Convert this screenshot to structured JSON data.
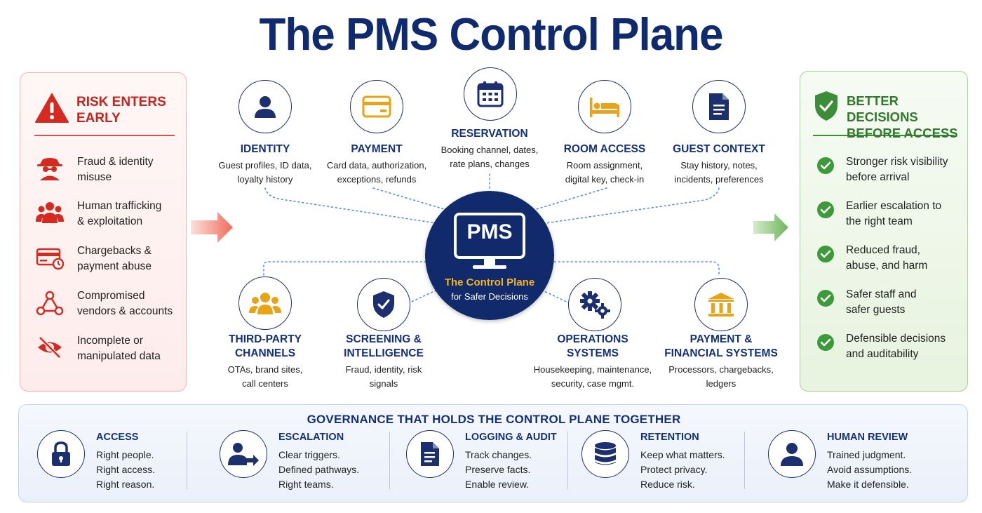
{
  "title": "The PMS Control Plane",
  "risk": {
    "heading_line1": "RISK ENTERS",
    "heading_line2": "EARLY",
    "items": [
      {
        "icon": "spy-icon",
        "line1": "Fraud & identity",
        "line2": "misuse"
      },
      {
        "icon": "people-group-icon",
        "line1": "Human trafficking",
        "line2": "& exploitation"
      },
      {
        "icon": "card-chargeback-icon",
        "line1": "Chargebacks &",
        "line2": "payment abuse"
      },
      {
        "icon": "network-nodes-icon",
        "line1": "Compromised",
        "line2": "vendors & accounts"
      },
      {
        "icon": "eye-slash-icon",
        "line1": "Incomplete or",
        "line2": "manipulated data"
      }
    ]
  },
  "benefits": {
    "heading_line1": "BETTER DECISIONS",
    "heading_line2": "BEFORE ACCESS",
    "items": [
      {
        "line1": "Stronger risk visibility",
        "line2": "before arrival"
      },
      {
        "line1": "Earlier escalation to",
        "line2": "the right team"
      },
      {
        "line1": "Reduced fraud,",
        "line2": "abuse, and harm"
      },
      {
        "line1": "Safer staff and",
        "line2": "safer guests"
      },
      {
        "line1": "Defensible decisions",
        "line2": "and auditability"
      }
    ]
  },
  "center": {
    "label": "PMS",
    "subtitle": "The Control Plane",
    "caption": "for Safer Decisions"
  },
  "top_nodes": [
    {
      "icon": "person-icon",
      "title": "IDENTITY",
      "desc1": "Guest profiles, ID data,",
      "desc2": "loyalty history"
    },
    {
      "icon": "credit-card-icon",
      "title": "PAYMENT",
      "desc1": "Card data, authorization,",
      "desc2": "exceptions, refunds"
    },
    {
      "icon": "calendar-icon",
      "title": "RESERVATION",
      "desc1": "Booking channel, dates,",
      "desc2": "rate plans, changes"
    },
    {
      "icon": "bed-icon",
      "title": "ROOM ACCESS",
      "desc1": "Room assignment,",
      "desc2": "digital key, check-in"
    },
    {
      "icon": "document-icon",
      "title": "GUEST CONTEXT",
      "desc1": "Stay history, notes,",
      "desc2": "incidents, preferences"
    }
  ],
  "bottom_nodes": [
    {
      "icon": "group-icon",
      "title1": "THIRD-PARTY",
      "title2": "CHANNELS",
      "desc1": "OTAs, brand sites,",
      "desc2": "call centers"
    },
    {
      "icon": "shield-check-icon",
      "title1": "SCREENING &",
      "title2": "INTELLIGENCE",
      "desc1": "Fraud, identity, risk",
      "desc2": "signals"
    },
    {
      "icon": "gears-icon",
      "title1": "OPERATIONS",
      "title2": "SYSTEMS",
      "desc1": "Housekeeping, maintenance,",
      "desc2": "security, case mgmt."
    },
    {
      "icon": "bank-icon",
      "title1": "PAYMENT &",
      "title2": "FINANCIAL SYSTEMS",
      "desc1": "Processors, chargebacks,",
      "desc2": "ledgers"
    }
  ],
  "governance": {
    "title": "GOVERNANCE THAT HOLDS THE CONTROL PLANE TOGETHER",
    "items": [
      {
        "icon": "lock-icon",
        "heading": "ACCESS",
        "lines": [
          "Right people.",
          "Right access.",
          "Right reason."
        ]
      },
      {
        "icon": "person-arrow-icon",
        "heading": "ESCALATION",
        "lines": [
          "Clear triggers.",
          "Defined pathways.",
          "Right teams."
        ]
      },
      {
        "icon": "document-icon",
        "heading": "LOGGING & AUDIT",
        "lines": [
          "Track changes.",
          "Preserve facts.",
          "Enable review."
        ]
      },
      {
        "icon": "database-icon",
        "heading": "RETENTION",
        "lines": [
          "Keep what matters.",
          "Protect privacy.",
          "Reduce risk."
        ]
      },
      {
        "icon": "person-icon",
        "heading": "HUMAN REVIEW",
        "lines": [
          "Trained judgment.",
          "Avoid assumptions.",
          "Make it defensible."
        ]
      }
    ]
  },
  "colors": {
    "navy": "#102a6b",
    "risk_red": "#c8231c",
    "benefit_green": "#2f7a2c",
    "accent_gold": "#e8a317"
  }
}
